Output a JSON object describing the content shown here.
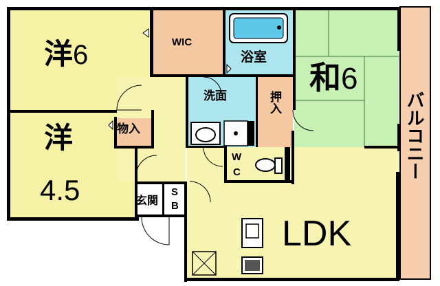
{
  "floor_plan": {
    "rooms": {
      "western_6": {
        "kanji": "洋",
        "size": "6"
      },
      "western_45": {
        "kanji": "洋",
        "size": "4.5"
      },
      "wic": "WIC",
      "bathroom": "浴室",
      "washroom": "洗面",
      "closet": "押入",
      "japanese_6": {
        "kanji": "和",
        "size": "6"
      },
      "balcony": "バルコニー",
      "storage": "物入",
      "wc_w": "W",
      "wc_c": "C",
      "entrance": "玄関",
      "shoe_box_s": "S",
      "shoe_box_b": "B",
      "ldk": "LDK"
    },
    "colors": {
      "western": "#f5f2a6",
      "wic": "#f4c8a0",
      "wet_area": "#aee6f0",
      "japanese": "#c7f0b4",
      "balcony": "#f7cfae",
      "ldk": "#f7f3b0",
      "wall": "#000000"
    }
  }
}
